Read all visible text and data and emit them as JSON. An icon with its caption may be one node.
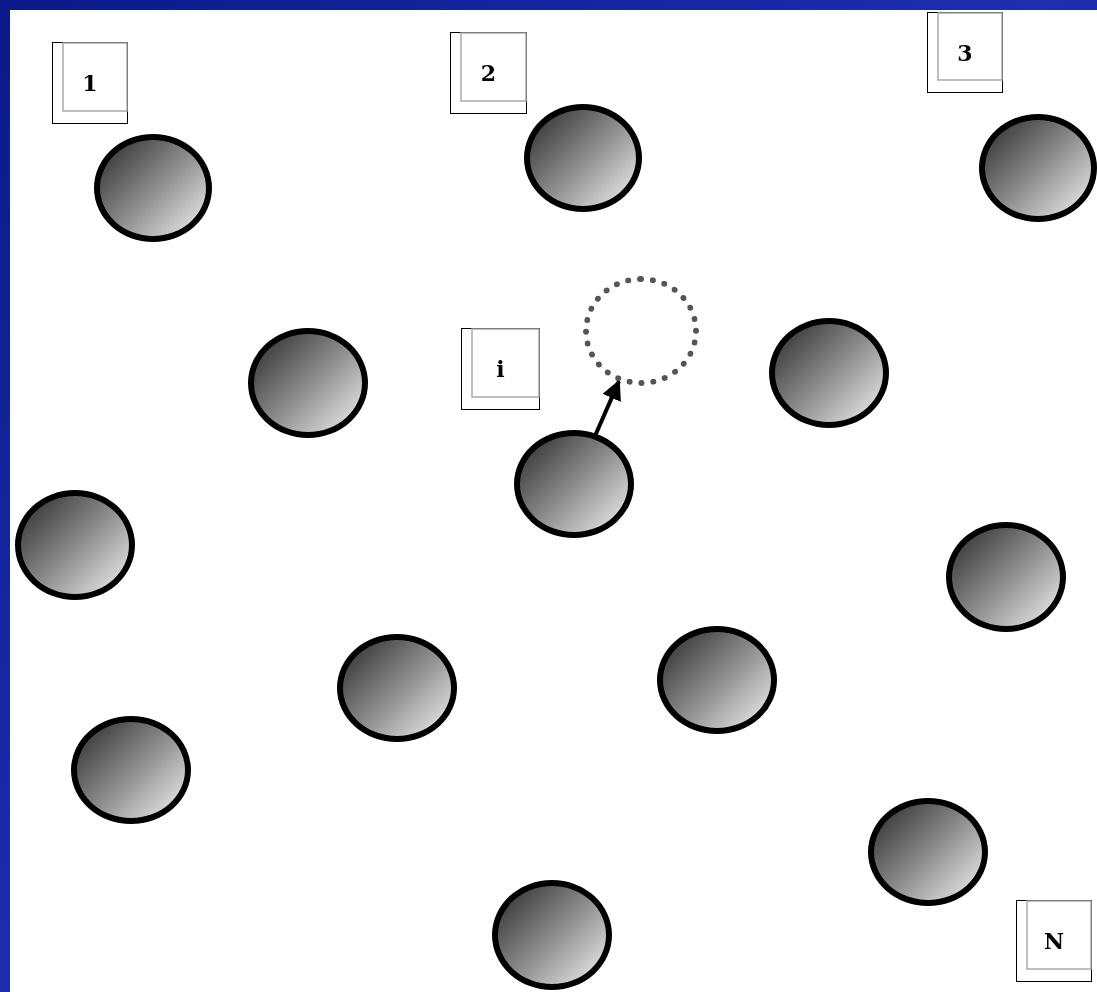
{
  "diagram": {
    "nodes": [
      {
        "text": [
          "1"
        ]
      },
      {
        "text": [
          "2"
        ]
      },
      {
        "text": [
          "3"
        ]
      },
      {
        "text": [],
        "shape": "circle"
      },
      {
        "text": [],
        "shape": "circle"
      },
      {
        "text": [],
        "shape": "circle"
      },
      {
        "text": [],
        "shape": "circle"
      },
      {
        "text": [
          "i"
        ]
      },
      {
        "text": [],
        "shape": "circle"
      },
      {
        "text": [],
        "shape": "circle"
      },
      {
        "text": [],
        "shape": "circle"
      },
      {
        "text": [],
        "shape": "circle"
      },
      {
        "text": [],
        "shape": "circle"
      },
      {
        "text": [],
        "shape": "circle"
      },
      {
        "text": [],
        "shape": "circle"
      },
      {
        "text": [],
        "shape": "circle"
      },
      {
        "text": [],
        "shape": "circle"
      },
      {
        "text": [],
        "shape": "circle"
      },
      {
        "text": [
          "N"
        ]
      }
    ],
    "edges": [
      {
        "from": 10,
        "to": 6,
        "arrow": "to"
      }
    ]
  }
}
